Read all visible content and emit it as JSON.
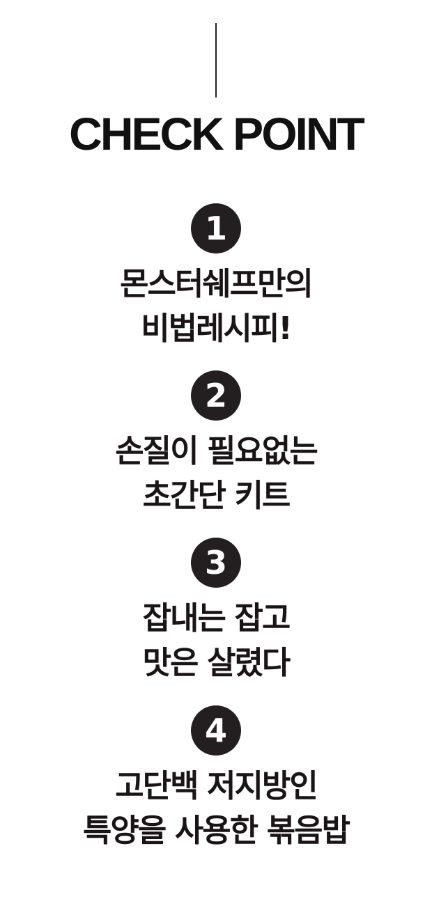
{
  "title": "CHECK POINT",
  "colors": {
    "badge_background": "#231f20",
    "badge_text": "#ffffff",
    "text": "#1a1416",
    "background": "#ffffff"
  },
  "points": [
    {
      "number": "1",
      "lines": [
        "몬스터쉐프만의",
        "비법레시피!"
      ]
    },
    {
      "number": "2",
      "lines": [
        "손질이 필요없는",
        "초간단 키트"
      ]
    },
    {
      "number": "3",
      "lines": [
        "잡내는 잡고",
        "맛은 살렸다"
      ]
    },
    {
      "number": "4",
      "lines": [
        "고단백 저지방인",
        "특양을 사용한 볶음밥"
      ]
    }
  ]
}
